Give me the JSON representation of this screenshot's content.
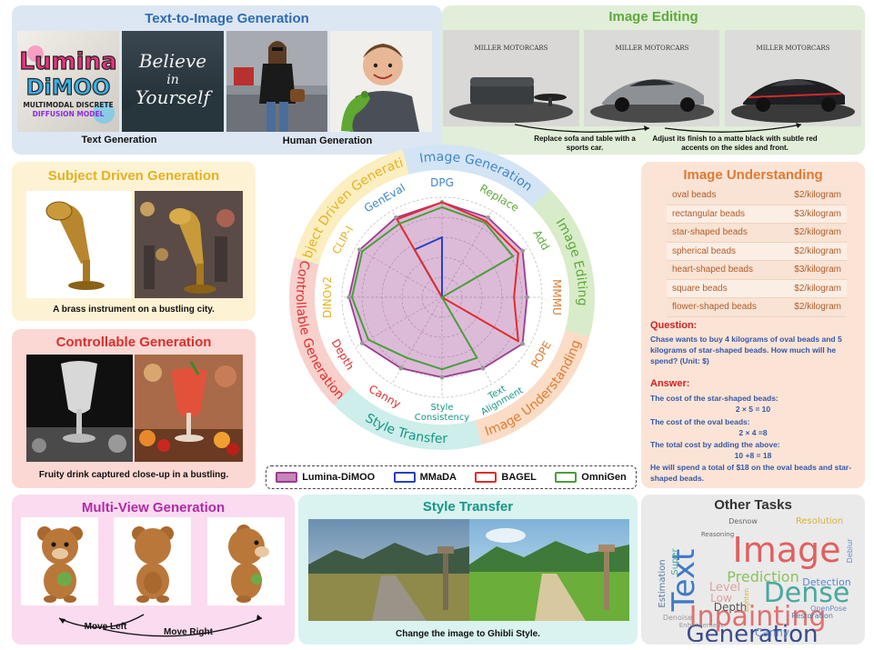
{
  "panels": {
    "t2i": {
      "title": "Text-to-Image Generation",
      "cap1": "Text Generation",
      "cap2": "Human Generation",
      "lumina_line1": "Lumina",
      "lumina_line2": "DiMOO",
      "lumina_line3": "MULTIMODAL DISCRETE",
      "lumina_line4": "DIFFUSION MODEL",
      "script_line1": "Believe",
      "script_line2": "in",
      "script_line3": "Yourself"
    },
    "edit": {
      "title": "Image Editing",
      "brand": "MILLER MOTORCARS",
      "cap1": "Replace sofa and table with a sports car.",
      "cap2": "Adjust its finish to a matte black with subtle red accents on the sides and front."
    },
    "subject": {
      "title": "Subject Driven Generation",
      "caption": "A brass instrument on a bustling city."
    },
    "control": {
      "title": "Controllable Generation",
      "caption": "Fruity drink captured close-up in a bustling."
    },
    "understanding": {
      "title": "Image Understanding",
      "table": [
        {
          "item": "oval beads",
          "price": "$2/kilogram"
        },
        {
          "item": "rectangular beads",
          "price": "$3/kilogram"
        },
        {
          "item": "star-shaped beads",
          "price": "$2/kilogram"
        },
        {
          "item": "spherical beads",
          "price": "$2/kilogram"
        },
        {
          "item": "heart-shaped beads",
          "price": "$3/kilogram"
        },
        {
          "item": "square beads",
          "price": "$2/kilogram"
        },
        {
          "item": "flower-shaped beads",
          "price": "$2/kilogram"
        }
      ],
      "question_label": "Question:",
      "question": "Chase wants to buy 4 kilograms of oval beads and 5 kilograms of star-shaped beads. How much will he spend? (Unit: $)",
      "answer_label": "Answer:",
      "line1": "The cost of the star-shaped beads:",
      "calc1": "2 × 5 = 10",
      "line2": "The cost of the oval beads:",
      "calc2": "2 × 4 =8",
      "line3": "The total cost by adding the above:",
      "calc3": "10 +8 = 18",
      "line4": "He will spend a total of $18 on the oval beads and star-shaped beads."
    },
    "multiview": {
      "title": "Multi-View Generation",
      "cap1": "Move Left",
      "cap2": "Move Right"
    },
    "style": {
      "title": "Style Transfer",
      "caption": "Change the image to Ghibli Style."
    },
    "other": {
      "title": "Other Tasks",
      "words": [
        "Image",
        "Text",
        "Dense",
        "Inpainting",
        "Generation",
        "Prediction",
        "Detection",
        "Depth",
        "Canny",
        "Level",
        "Low",
        "Estimation",
        "Super",
        "Resolution",
        "Desnow",
        "Reasoning",
        "Deblur",
        "OpenPose",
        "Restoration",
        "Denoise",
        "Enhancement",
        "Lighten"
      ]
    }
  },
  "chart_data": {
    "type": "radar",
    "categories": [
      "DPG",
      "Replace",
      "Add",
      "MMMU",
      "POPE",
      "Text Alignment",
      "Style Consistency",
      "Canny",
      "Depth",
      "DINOv2",
      "CLIP-I",
      "GenEval"
    ],
    "groups": [
      {
        "name": "Image Generation",
        "color": "#3f86cc",
        "fill": "#d3e4f4"
      },
      {
        "name": "Image Editing",
        "color": "#5ea93a",
        "fill": "#d8ecc9"
      },
      {
        "name": "Image Understanding",
        "color": "#e07a30",
        "fill": "#fbdcc6"
      },
      {
        "name": "Style Transfer",
        "color": "#159687",
        "fill": "#cdeeea"
      },
      {
        "name": "Controllable Generation",
        "color": "#e02d2d",
        "fill": "#f8d0cc"
      },
      {
        "name": "Subject Driven Generation",
        "color": "#e8b020",
        "fill": "#fbeec0"
      }
    ],
    "category_colors": [
      "#3f86cc",
      "#5ea93a",
      "#5ea93a",
      "#e07a30",
      "#e07a30",
      "#159687",
      "#159687",
      "#e02d2d",
      "#e02d2d",
      "#e8b020",
      "#e8b020",
      "#3f86cc"
    ],
    "series": [
      {
        "name": "Lumina-DiMOO",
        "color": "#9b3c8f",
        "fill": "rgba(155,60,143,0.35)",
        "values": [
          0.95,
          0.92,
          0.93,
          0.85,
          0.93,
          0.82,
          0.8,
          0.82,
          0.92,
          0.93,
          0.95,
          0.92
        ]
      },
      {
        "name": "MMaDA",
        "color": "#2a3fc4",
        "values": [
          0.6,
          0.0,
          0.0,
          0.0,
          0.0,
          0.0,
          0.0,
          0.0,
          0.0,
          0.0,
          0.0,
          0.55
        ]
      },
      {
        "name": "BAGEL",
        "color": "#e02d2d",
        "values": [
          0.95,
          0.88,
          0.88,
          0.72,
          0.88,
          0.0,
          0.0,
          0.0,
          0.0,
          0.0,
          0.0,
          0.9
        ]
      },
      {
        "name": "OmniGen",
        "color": "#4a9e3a",
        "values": [
          0.9,
          0.86,
          0.82,
          0.0,
          0.0,
          0.7,
          0.72,
          0.7,
          0.85,
          0.9,
          0.92,
          0.85
        ]
      }
    ]
  }
}
